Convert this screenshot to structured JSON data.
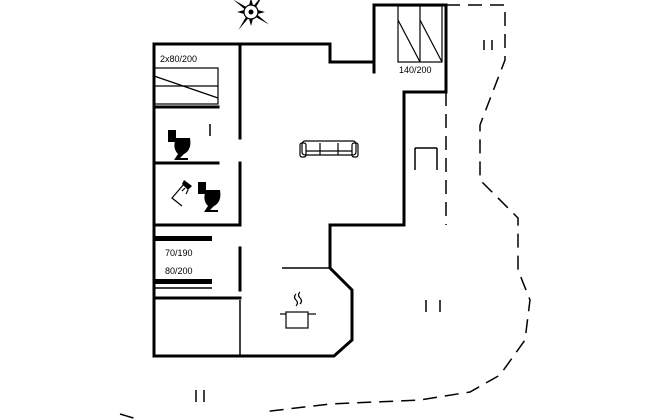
{
  "labels": {
    "bed_double": "2x80/200",
    "bed_loft": "140/200",
    "bed_single_a": "70/190",
    "bed_single_b": "80/200"
  },
  "icons": [
    "compass-rose-icon",
    "sofa-icon",
    "toilet-icon",
    "shower-icon",
    "cooking-pot-icon"
  ]
}
